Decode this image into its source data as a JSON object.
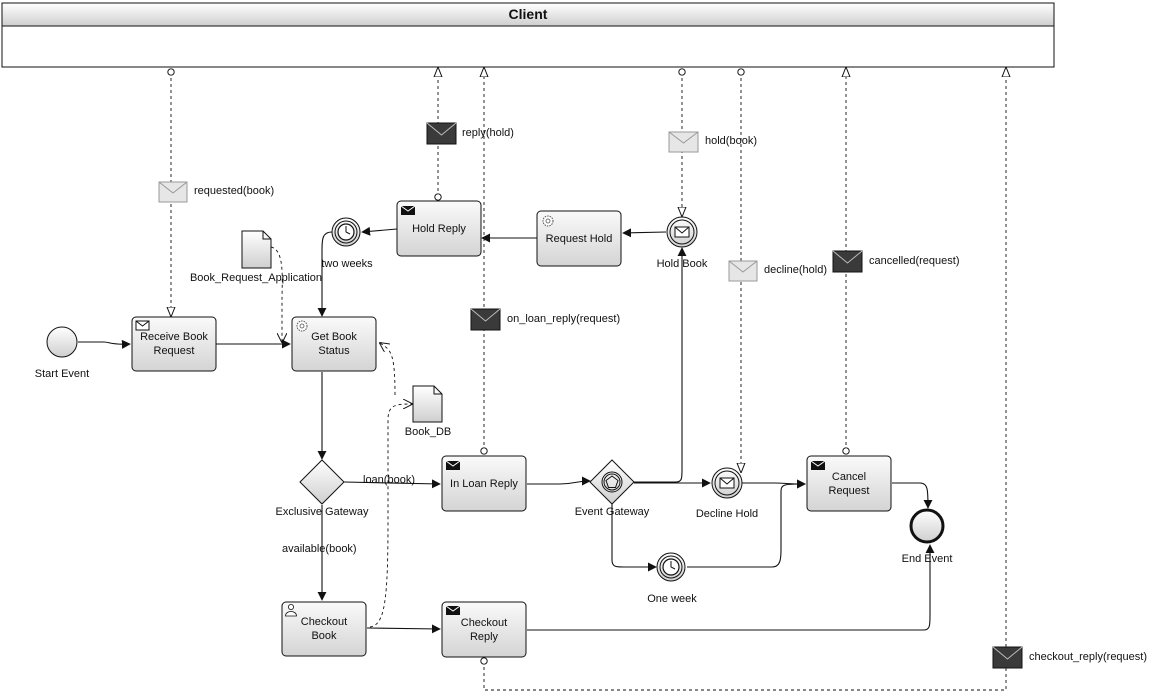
{
  "pool": {
    "title": "Client"
  },
  "tasks": [
    {
      "key": "receive",
      "label": "Receive Book Request",
      "icon": "envelope-icon"
    },
    {
      "key": "getstatus",
      "label": "Get Book Status",
      "icon": "gear-icon"
    },
    {
      "key": "holdreply",
      "label": "Hold Reply",
      "icon": "envelope-icon"
    },
    {
      "key": "requesthold",
      "label": "Request Hold",
      "icon": "gear-icon"
    },
    {
      "key": "inloan",
      "label": "In Loan Reply",
      "icon": "envelope-icon"
    },
    {
      "key": "cancel",
      "label": "Cancel Request",
      "icon": "envelope-icon"
    },
    {
      "key": "checkoutbook",
      "label": "Checkout Book",
      "icon": "user-icon"
    },
    {
      "key": "checkoutreply",
      "label": "Checkout Reply",
      "icon": "envelope-icon"
    }
  ],
  "events": {
    "start": "Start Event",
    "end": "End Event",
    "two_weeks": "two weeks",
    "hold_book": "Hold Book",
    "decline_hold": "Decline Hold",
    "one_week": "One week"
  },
  "gateways": {
    "exclusive": "Exclusive Gateway",
    "event": "Event Gateway"
  },
  "data_objects": {
    "application": "Book_Request_Application",
    "db": "Book_DB"
  },
  "flow_labels": {
    "loan": "loan(book)",
    "available": "available(book)"
  },
  "messages": {
    "requested": "requested(book)",
    "reply_hold": "reply(hold)",
    "hold_book": "hold(book)",
    "on_loan_reply": "on_loan_reply(request)",
    "decline_hold": "decline(hold)",
    "cancelled": "cancelled(request)",
    "checkout_reply": "checkout_reply(request)"
  },
  "colors": {
    "task_fill_top": "#fafafa",
    "task_fill_bottom": "#d6d6d6",
    "dark_envelope": "#3a3a3a",
    "light_envelope": "#e6e6e6",
    "line": "#111111"
  }
}
